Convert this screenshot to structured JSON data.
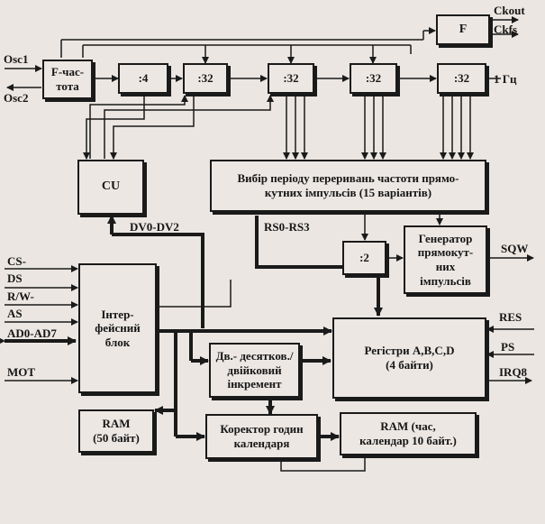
{
  "signals": {
    "osc1": "Osc1",
    "osc2": "Osc2",
    "ckout": "Ckout",
    "ckfs": "Ckfs",
    "one_hz": "1 Гц",
    "dv_bus": "DV0-DV2",
    "rs_bus": "RS0-RS3",
    "sqw": "SQW",
    "cs": "CS-",
    "ds": "DS",
    "rw": "R/W-",
    "as": "AS",
    "ad": "AD0-AD7",
    "mot": "MOT",
    "res": "RES",
    "ps": "PS",
    "irq": "IRQ8"
  },
  "blocks": {
    "f_block": "F",
    "f_freq": "F-час-\nтота",
    "div4": ":4",
    "div32_a": ":32",
    "div32_b": ":32",
    "div32_c": ":32",
    "div32_d": ":32",
    "cu": "CU",
    "period_select": "Вибір періоду переривань частоти прямо-\nкутних імпульсів (15 варіантів)",
    "div2": ":2",
    "generator": "Генератор\nпрямокут-\nних\nімпульсів",
    "interface": "Інтер-\nфейсний\nблок",
    "registers": "Регістри A,B,C,D\n(4 байти)",
    "bcd_increment": "Дв.- десятков./\nдвійковий\nінкремент",
    "ram50": "RAM\n(50 байт)",
    "corrector": "Коректор годин\nкалендаря",
    "ram10": "RAM (час,\nкалендар 10 байт.)"
  }
}
